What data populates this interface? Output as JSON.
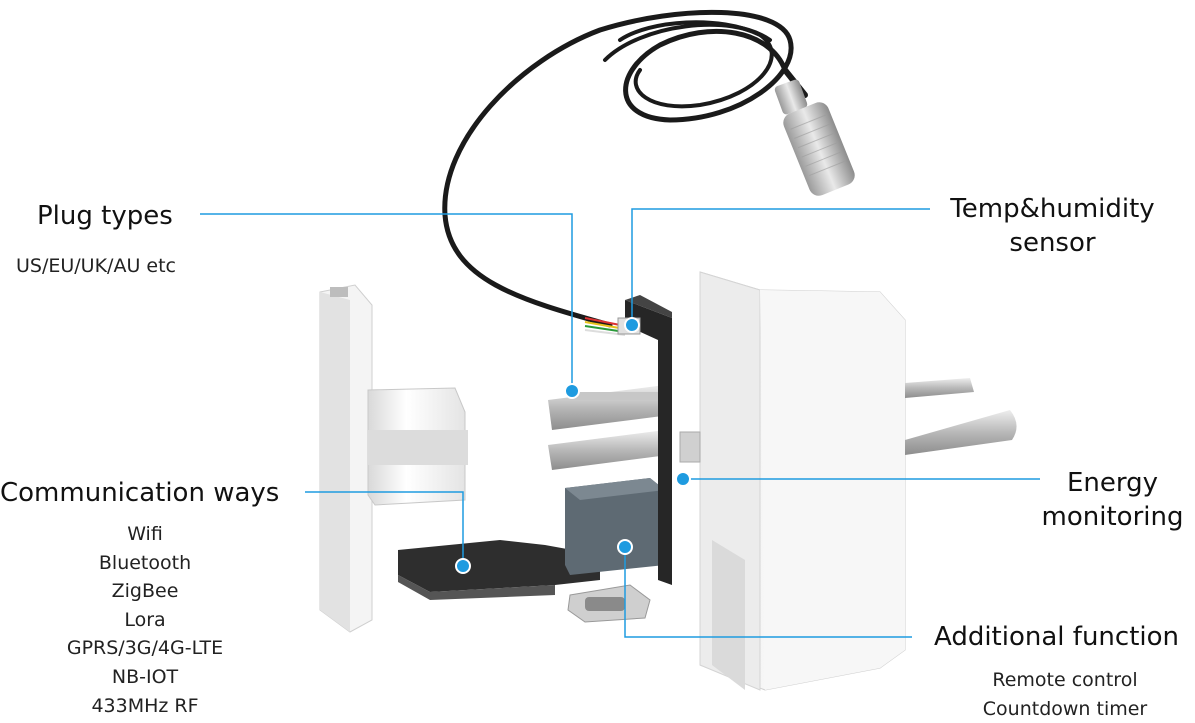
{
  "labels": {
    "plug_types": {
      "title": "Plug types",
      "sub": "US/EU/UK/AU etc"
    },
    "temp_humidity": {
      "line1": "Temp&humidity",
      "line2": "sensor"
    },
    "communication": {
      "title": "Communication ways",
      "items": [
        "Wifi",
        "Bluetooth",
        "ZigBee",
        "Lora",
        "GPRS/3G/4G-LTE",
        "NB-IOT",
        "433MHz RF"
      ]
    },
    "energy": {
      "line1": "Energy",
      "line2": "monitoring"
    },
    "additional": {
      "title": "Additional function",
      "items": [
        "Remote control",
        "Countdown timer"
      ]
    }
  },
  "colors": {
    "callout": "#1e9be0",
    "text": "#111111",
    "case": "#f2f2f2",
    "pcb": "#2b2b2b"
  }
}
